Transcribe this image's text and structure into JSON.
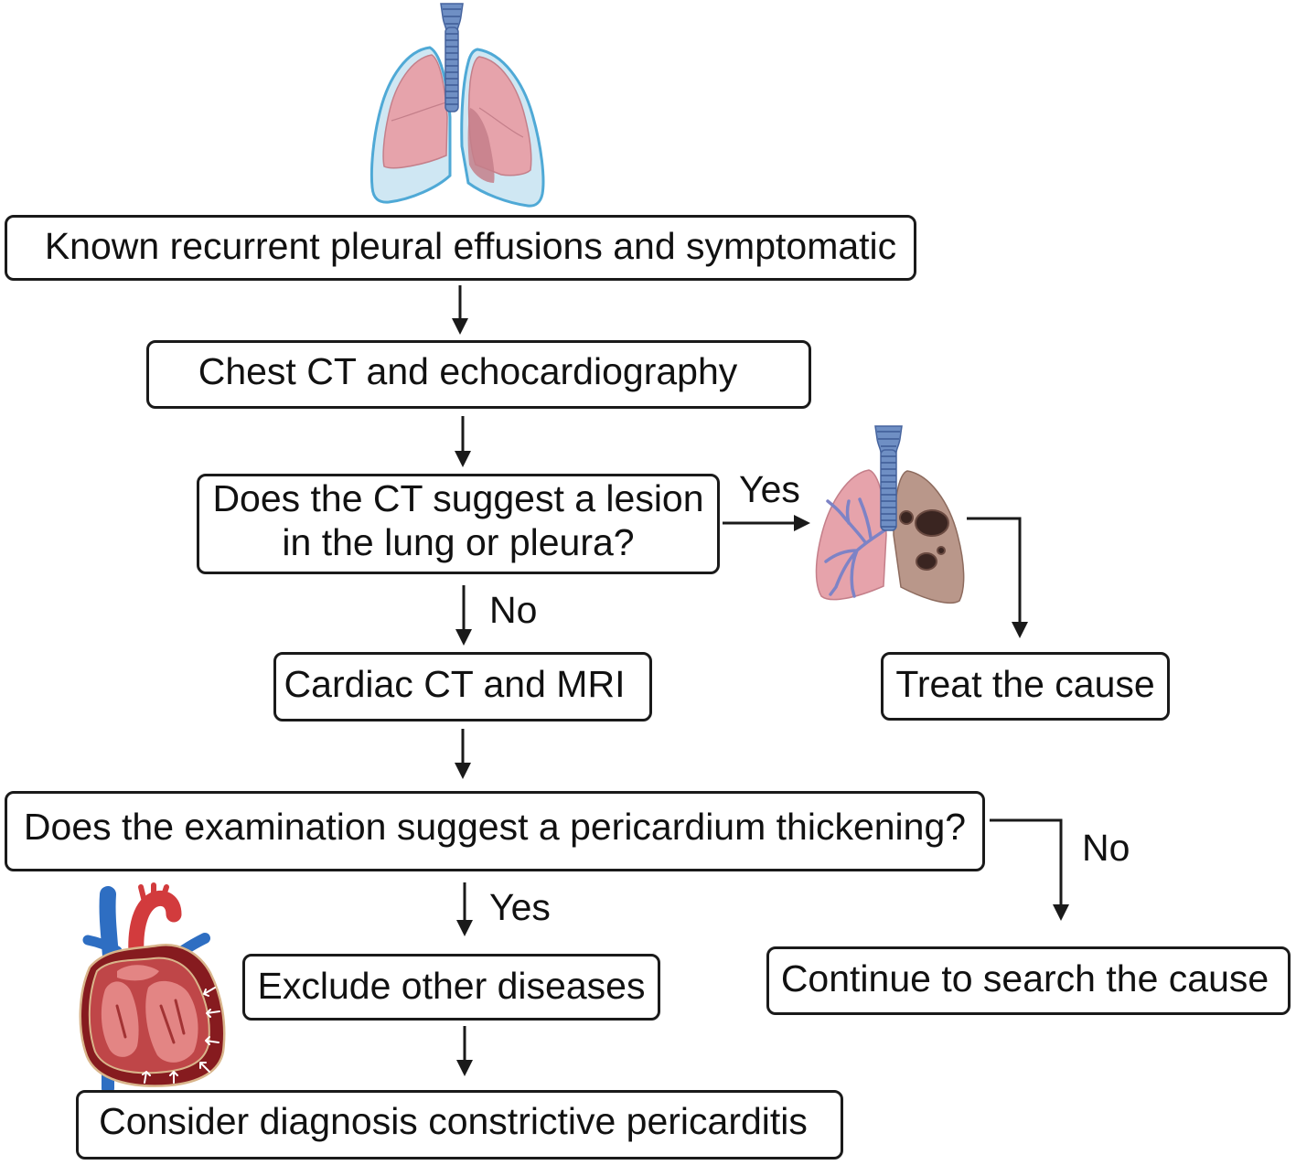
{
  "nodes": {
    "pleural_effusions": "Known recurrent pleural effusions and symptomatic",
    "chest_ct_echo": "Chest CT and echocardiography",
    "lesion_question": [
      "Does the CT suggest a lesion",
      "in the lung or pleura?"
    ],
    "cardiac_ct_mri": "Cardiac CT and MRI",
    "treat_cause": "Treat the cause",
    "thickening_question": "Does the examination suggest a pericardium thickening?",
    "continue_search": "Continue to search the cause",
    "exclude_diseases": "Exclude other diseases",
    "diagnosis": "Consider diagnosis constrictive pericarditis"
  },
  "branch_labels": {
    "lesion_yes": "Yes",
    "lesion_no": "No",
    "thickening_no": "No",
    "thickening_yes": "Yes"
  },
  "illustrations": {
    "top": "lungs-pleural-effusion-icon",
    "right": "lungs-tumor-icon",
    "bottom_left": "heart-pericardium-icon"
  },
  "colors": {
    "border": "#1a1a1a",
    "text": "#111111",
    "background": "#ffffff",
    "pleura_fluid": "#cfe7f3",
    "pleura_outline": "#4fa9d6",
    "lung": "#e6a3ab",
    "lung_shade": "#c47f8a",
    "trachea": "#6f8fc4",
    "bronchi": "#7d83c6",
    "tumor_lung": "#b9978a",
    "tumor": "#3a2521",
    "pericardium": "#861b1f",
    "myocardium": "#bf4648",
    "chamber": "#e38584",
    "artery": "#d23b3d",
    "vein": "#2e6ec2"
  }
}
